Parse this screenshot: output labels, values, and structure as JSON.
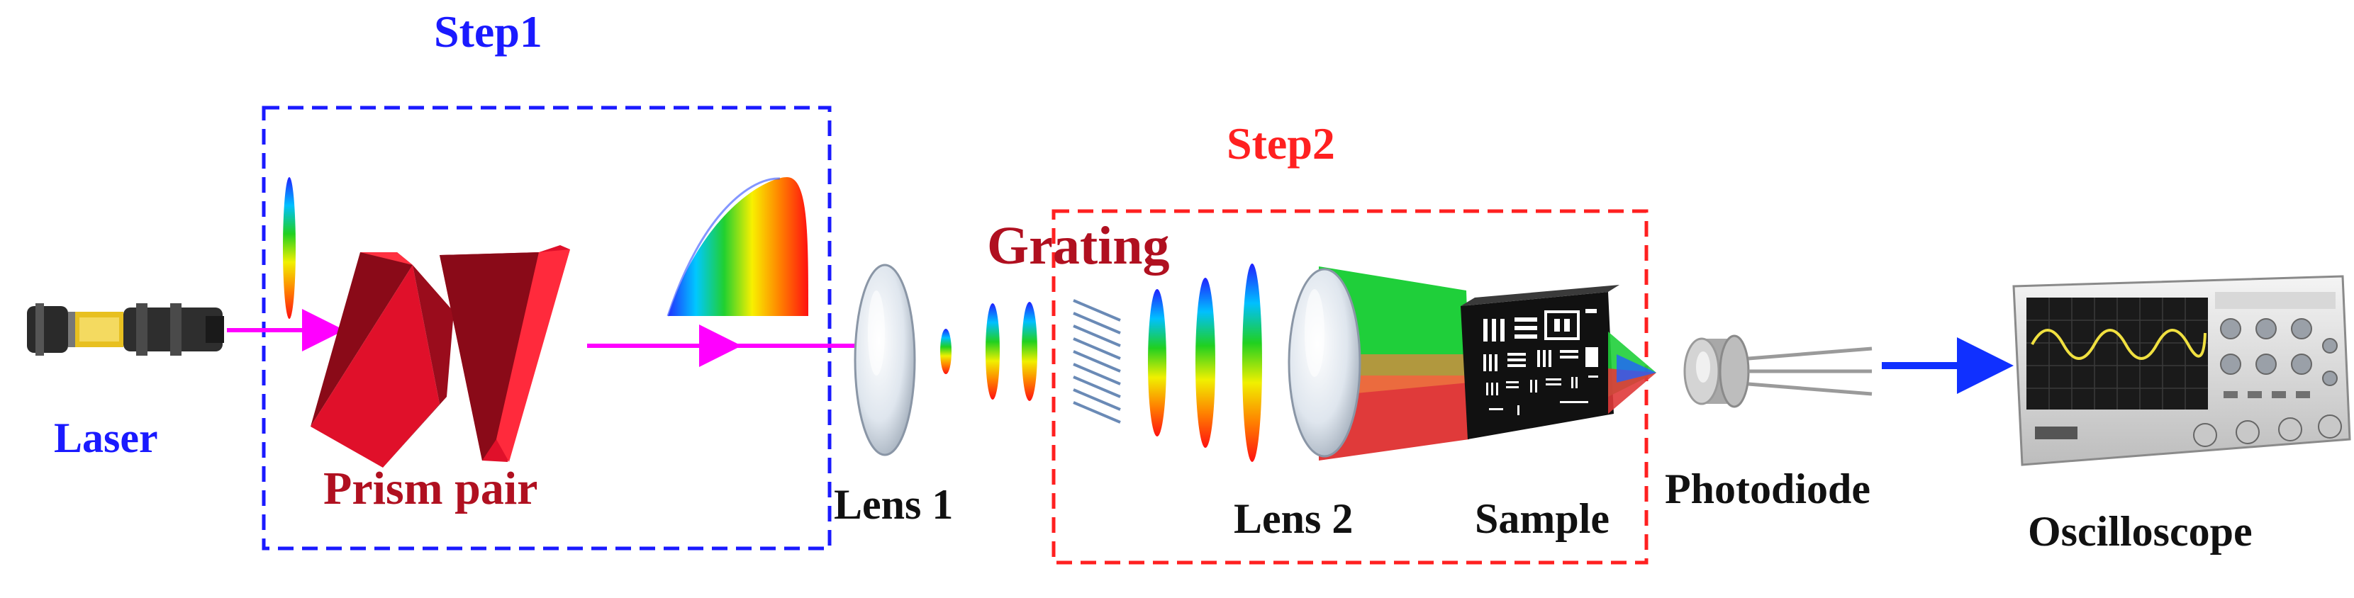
{
  "labels": {
    "step1": "Step1",
    "step2": "Step2",
    "laser": "Laser",
    "prism_pair": "Prism pair",
    "grating": "Grating",
    "lens1": "Lens 1",
    "lens2": "Lens 2",
    "sample": "Sample",
    "photodiode": "Photodiode",
    "oscilloscope": "Oscilloscope"
  },
  "colors": {
    "step1_box": "#1a1aff",
    "step2_box": "#ff2020",
    "laser_label": "#1a1aff",
    "prism_label": "#b01020",
    "grating_label": "#b01020",
    "step1_label": "#1a1aff",
    "step2_label": "#ff2020",
    "beam": "#ff00ff",
    "detector_arrow": "#1030ff",
    "prism_face": "#e0102a",
    "prism_side": "#8a0a18",
    "sample_beam_green": "#1fcf3a",
    "sample_beam_red": "#e03a3a"
  },
  "icons": {
    "laser": "laser-module-icon",
    "prism_left": "prism-icon",
    "prism_right": "prism-icon",
    "spectrum": "spectrum-bell-icon",
    "lens1": "lens-icon",
    "lens2": "lens-icon",
    "grating": "grating-icon",
    "sample": "resolution-target-icon",
    "photodiode": "photodiode-icon",
    "oscilloscope": "oscilloscope-icon"
  }
}
